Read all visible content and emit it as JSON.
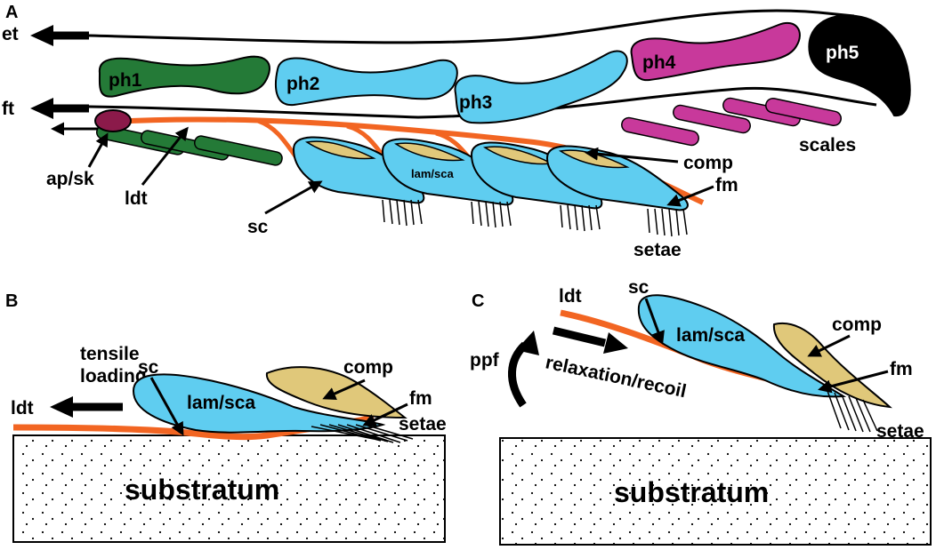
{
  "panels": {
    "a": "A",
    "b": "B",
    "c": "C"
  },
  "panel_a": {
    "arrows": {
      "et": "et",
      "ft": "ft"
    },
    "phalanges": {
      "ph1": "ph1",
      "ph2": "ph2",
      "ph3": "ph3",
      "ph4": "ph4",
      "ph5": "ph5"
    },
    "labels": {
      "ap_sk": "ap/sk",
      "ldt": "ldt",
      "sc": "sc",
      "lam_sca": "lam/sca",
      "comp": "comp",
      "fm": "fm",
      "setae": "setae",
      "scales": "scales"
    }
  },
  "panel_b": {
    "tensile_loading_1": "tensile",
    "tensile_loading_2": "loading",
    "ldt": "ldt",
    "sc": "sc",
    "lam_sca": "lam/sca",
    "comp": "comp",
    "fm": "fm",
    "setae": "setae",
    "substratum": "substratum"
  },
  "panel_c": {
    "ldt": "ldt",
    "sc": "sc",
    "lam_sca": "lam/sca",
    "comp": "comp",
    "fm": "fm",
    "setae": "setae",
    "ppf": "ppf",
    "relaxation": "relaxation/recoil",
    "substratum": "substratum"
  },
  "colors": {
    "ph1": "#247a37",
    "ph_blue": "#5fcdf0",
    "ph4": "#c8399b",
    "ph5": "#000000",
    "tendon": "#f26522",
    "comp": "#e0c87a",
    "ap_sk": "#8b1a4a"
  }
}
